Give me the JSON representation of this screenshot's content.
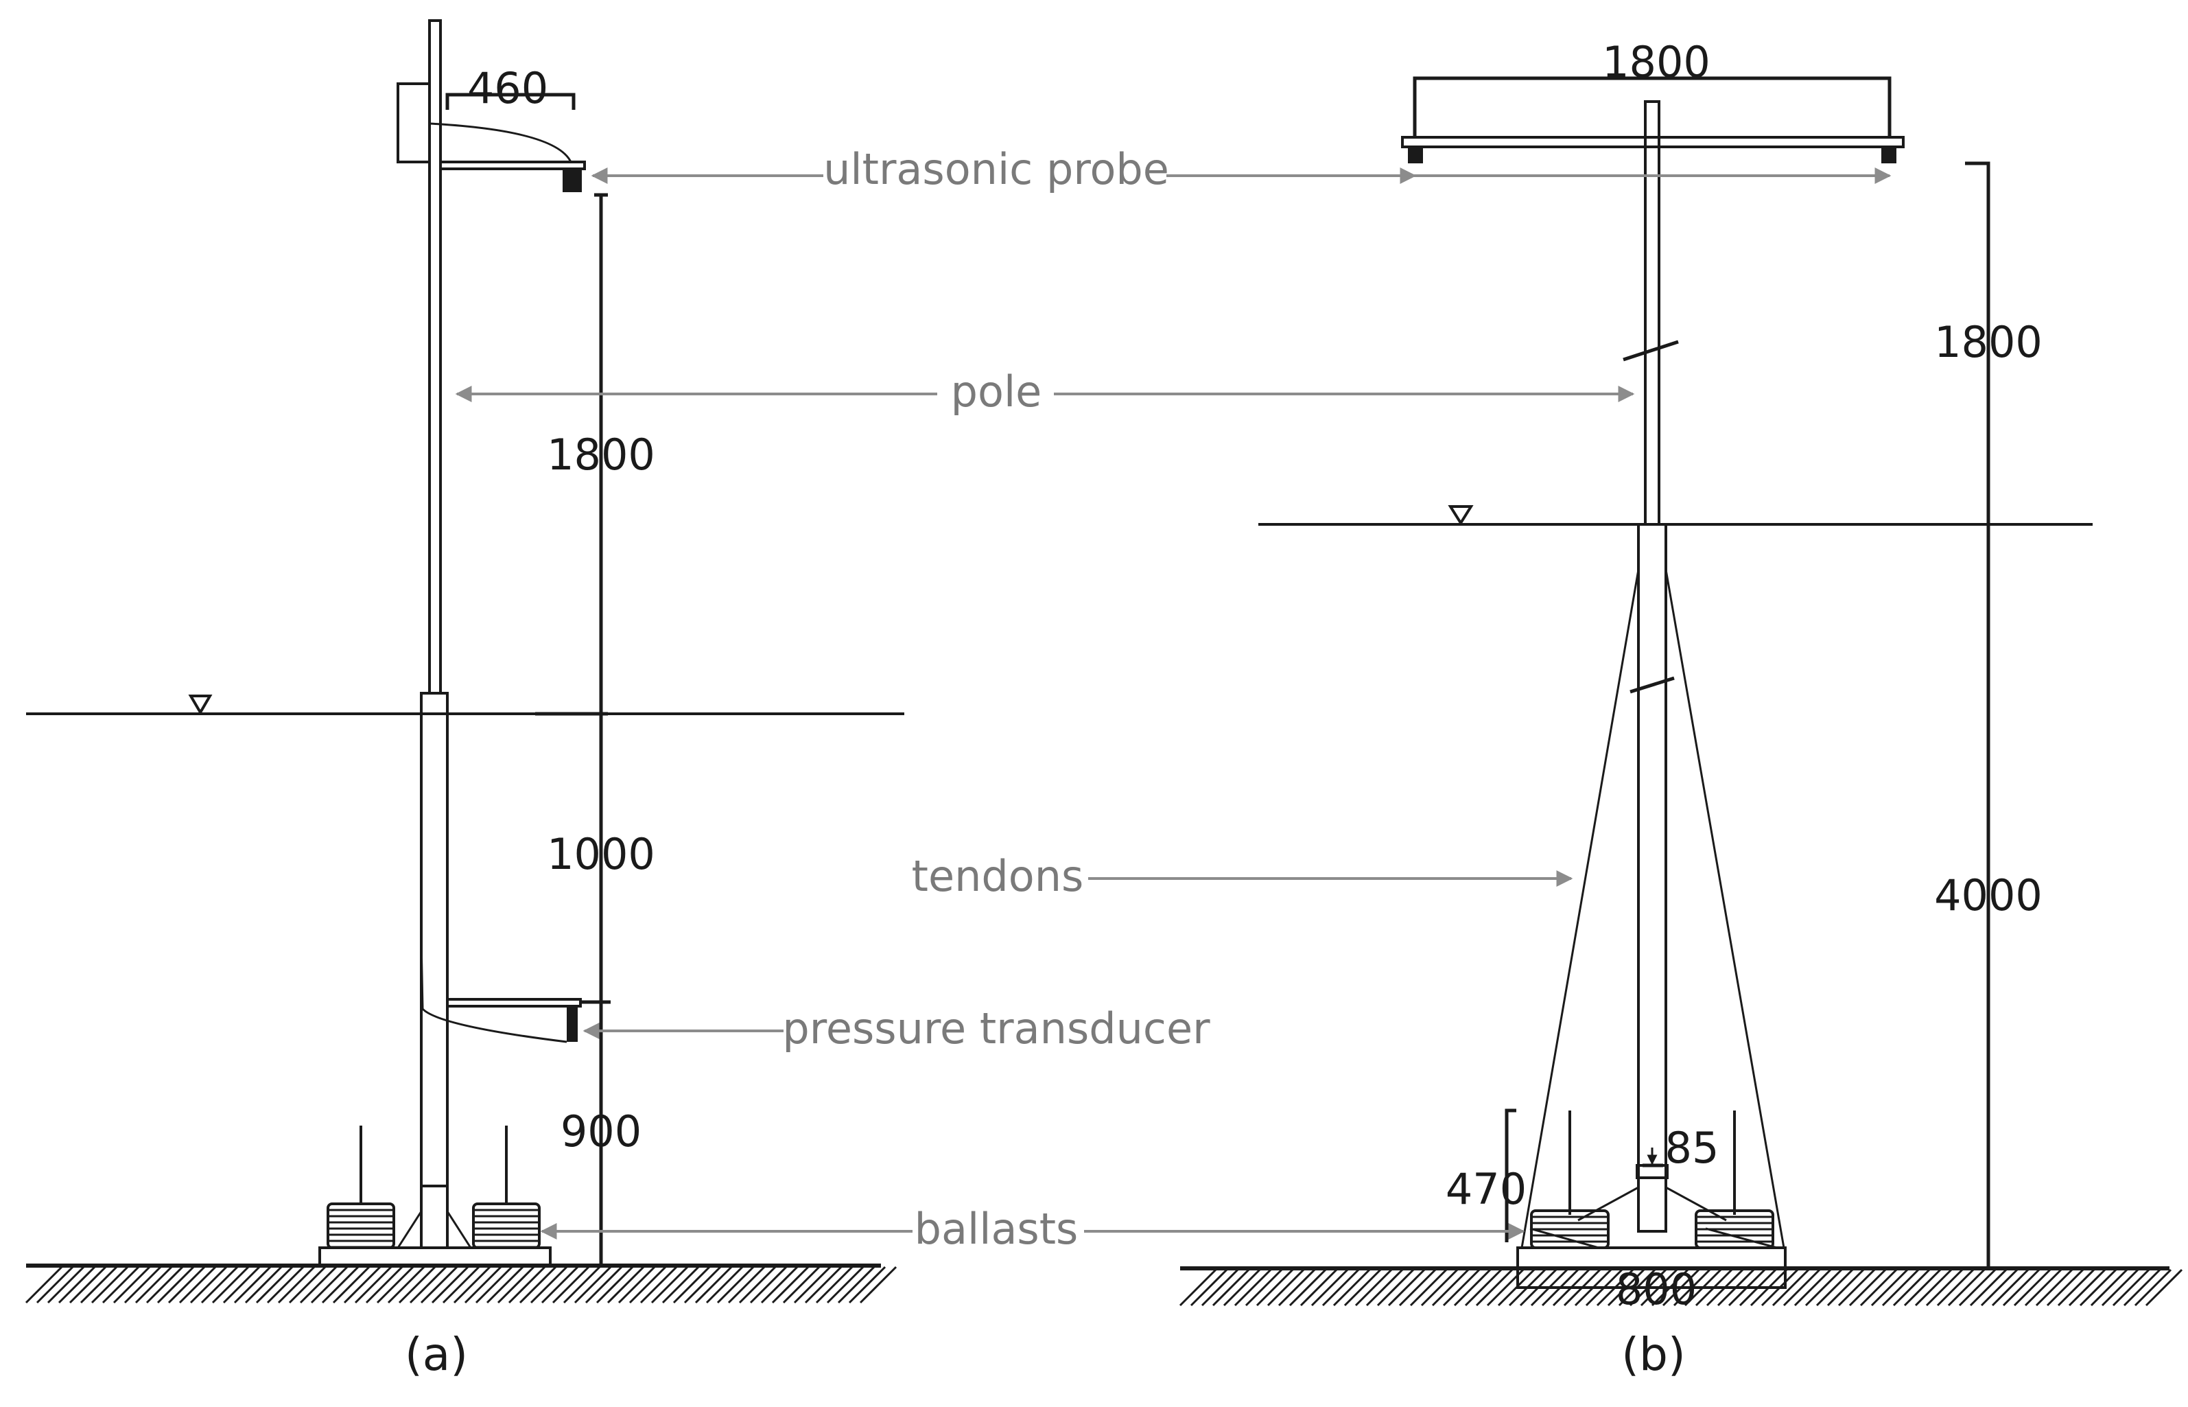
{
  "labels": {
    "ultrasonic_probe": "ultrasonic probe",
    "pole": "pole",
    "tendons": "tendons",
    "pressure_transducer": "pressure transducer",
    "ballasts": "ballasts"
  },
  "panel_a": {
    "caption": "(a)",
    "dim_probe_offset": "460",
    "dim_upper": "1800",
    "dim_middle": "1000",
    "dim_lower": "900"
  },
  "panel_b": {
    "caption": "(b)",
    "dim_span": "1800",
    "dim_upper": "1800",
    "dim_total": "4000",
    "dim_base_height": "470",
    "dim_collar": "85",
    "dim_base_width": "800"
  }
}
